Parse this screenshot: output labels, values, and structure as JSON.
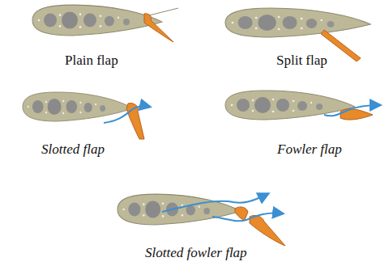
{
  "diagram": {
    "labels": [
      "Plain flap",
      "Split flap",
      "Slotted flap",
      "Fowler flap",
      "Slotted fowler flap"
    ]
  }
}
